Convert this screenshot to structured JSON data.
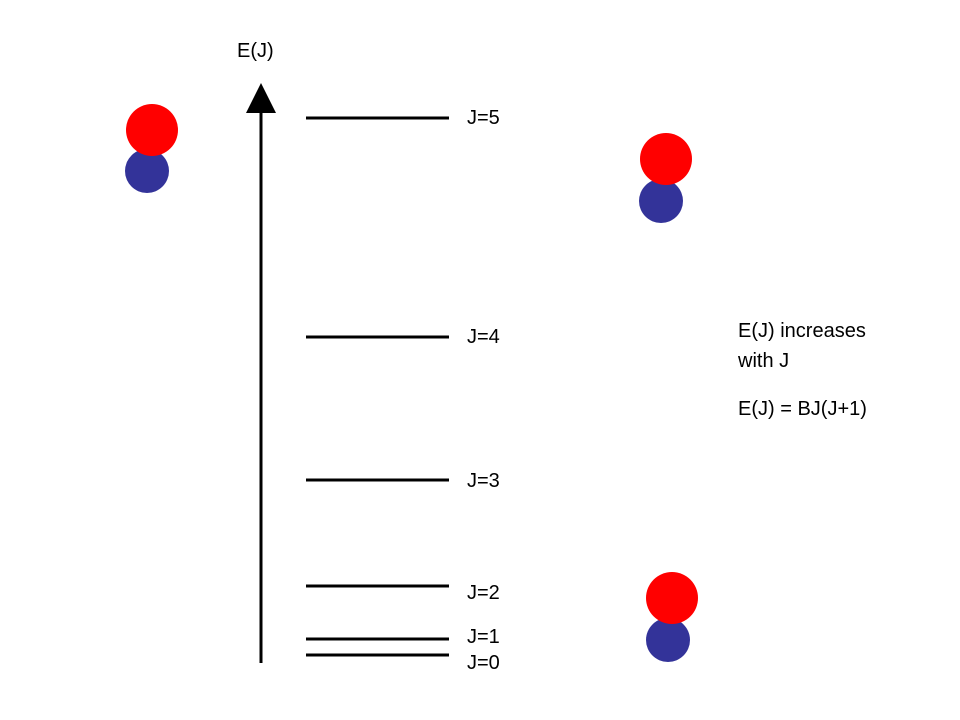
{
  "axis": {
    "label": "E(J)"
  },
  "levels": [
    {
      "label": "J=0"
    },
    {
      "label": "J=1"
    },
    {
      "label": "J=2"
    },
    {
      "label": "J=3"
    },
    {
      "label": "J=4"
    },
    {
      "label": "J=5"
    }
  ],
  "notes": {
    "line1": "E(J) increases",
    "line2": "with J",
    "formula": "E(J) = BJ(J+1)"
  },
  "colors": {
    "atom_top": "#ff0000",
    "atom_bottom": "#333399",
    "lines": "#000000"
  },
  "icons": [
    "diatomic-molecule-icon",
    "diatomic-molecule-icon",
    "diatomic-molecule-icon"
  ]
}
